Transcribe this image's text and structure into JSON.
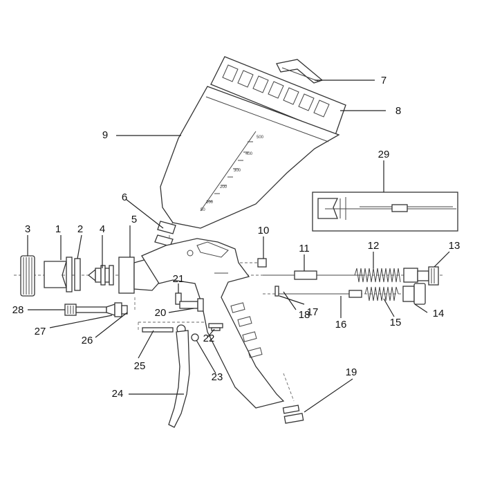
{
  "diagram": {
    "callouts": [
      "1",
      "2",
      "3",
      "4",
      "5",
      "6",
      "7",
      "8",
      "9",
      "10",
      "11",
      "12",
      "13",
      "14",
      "15",
      "16",
      "17",
      "18",
      "19",
      "20",
      "21",
      "22",
      "23",
      "24",
      "25",
      "26",
      "27",
      "28",
      "29"
    ],
    "cup_scale": [
      "500",
      "400",
      "300",
      "200",
      "100",
      "50"
    ]
  }
}
